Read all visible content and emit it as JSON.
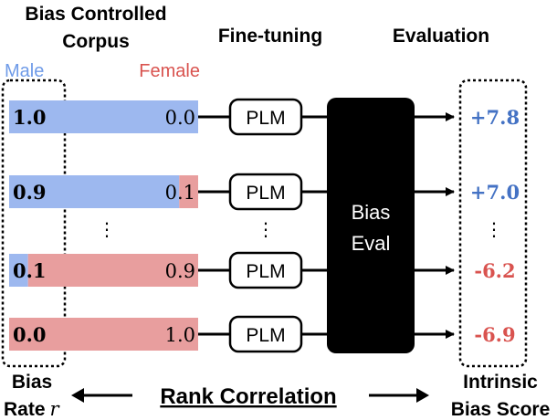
{
  "headers": {
    "corpus_line1": "Bias Controlled",
    "corpus_line2": "Corpus",
    "finetuning": "Fine-tuning",
    "evaluation": "Evaluation"
  },
  "legend": {
    "male": "Male",
    "female": "Female"
  },
  "colors": {
    "male": "#9db8ef",
    "female": "#e89e9e",
    "score_pos": "#4472c4",
    "score_neg": "#d9534f",
    "eval_box": "#000000"
  },
  "rows": [
    {
      "bias_rate": "1.0",
      "female_rate": "0.0",
      "male_fraction": 1.0,
      "model": "PLM",
      "score": "+7.8",
      "sign": "pos"
    },
    {
      "bias_rate": "0.9",
      "female_rate": "0.1",
      "male_fraction": 0.9,
      "model": "PLM",
      "score": "+7.0",
      "sign": "pos"
    },
    {
      "bias_rate": "0.1",
      "female_rate": "0.9",
      "male_fraction": 0.1,
      "model": "PLM",
      "score": "-6.2",
      "sign": "neg"
    },
    {
      "bias_rate": "0.0",
      "female_rate": "1.0",
      "male_fraction": 0.0,
      "model": "PLM",
      "score": "-6.9",
      "sign": "neg"
    }
  ],
  "ellipsis": "⋮",
  "eval_box": {
    "line1": "Bias",
    "line2": "Eval"
  },
  "footer": {
    "bias_rate_line1": "Bias",
    "bias_rate_line2": "Rate",
    "bias_rate_symbol": "r",
    "rank_correlation": "Rank Correlation",
    "score_line1": "Intrinsic",
    "score_line2": "Bias Score"
  }
}
